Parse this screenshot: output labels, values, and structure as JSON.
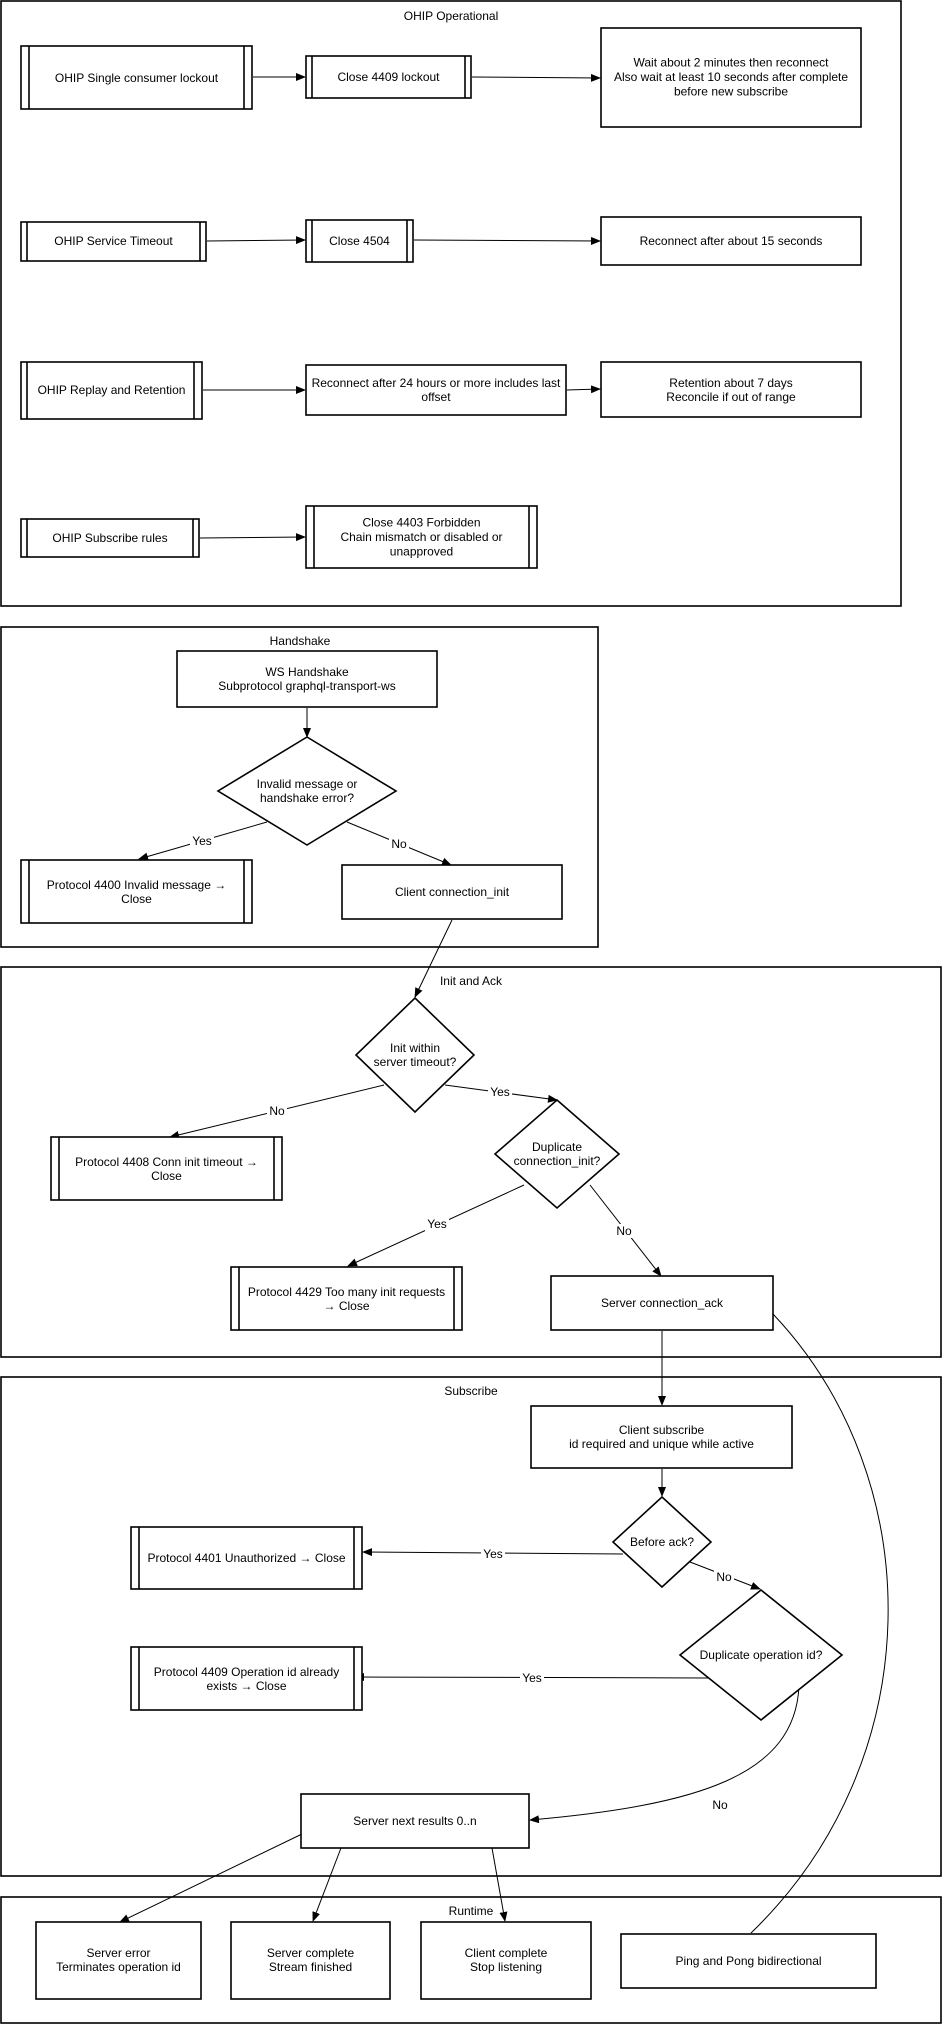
{
  "containers": {
    "ohip": "OHIP Operational",
    "handshake": "Handshake",
    "init": "Init and Ack",
    "subscribe": "Subscribe",
    "runtime": "Runtime"
  },
  "nodes": {
    "lockout": [
      "OHIP Single consumer lockout"
    ],
    "close4409": [
      "Close 4409 lockout"
    ],
    "wait2": [
      "Wait about 2 minutes then reconnect",
      "Also wait at least 10 seconds after complete",
      "before new subscribe"
    ],
    "timeout": [
      "OHIP Service Timeout"
    ],
    "close4504": [
      "Close 4504"
    ],
    "reconnect15": [
      "Reconnect after about 15 seconds"
    ],
    "replay": [
      "OHIP Replay and Retention"
    ],
    "reconnect24": [
      "Reconnect after 24 hours or more includes last",
      "offset"
    ],
    "retention": [
      "Retention about 7 days",
      "Reconcile if out of range"
    ],
    "subrules": [
      "OHIP Subscribe rules"
    ],
    "close4403": [
      "Close 4403 Forbidden",
      "Chain mismatch or disabled or",
      "unapproved"
    ],
    "wshandshake": [
      "WS Handshake",
      "Subprotocol graphql-transport-ws"
    ],
    "invalid": [
      "Invalid message or",
      "handshake error?"
    ],
    "p4400": [
      "Protocol 4400 Invalid message →",
      "Close"
    ],
    "conninit": [
      "Client connection_init"
    ],
    "initwithin": [
      "Init within",
      "server timeout?"
    ],
    "p4408": [
      "Protocol 4408 Conn init timeout →",
      "Close"
    ],
    "dupinit": [
      "Duplicate",
      "connection_init?"
    ],
    "p4429": [
      "Protocol 4429 Too many init requests",
      "→ Close"
    ],
    "connack": [
      "Server connection_ack"
    ],
    "clientsub": [
      "Client subscribe",
      "id required and unique while active"
    ],
    "beforeack": [
      "Before ack?"
    ],
    "p4401": [
      "Protocol 4401 Unauthorized → Close"
    ],
    "dupop": [
      "Duplicate operation id?"
    ],
    "p4409": [
      "Protocol 4409 Operation id already",
      "exists → Close"
    ],
    "next": [
      "Server next results 0..n"
    ],
    "error": [
      "Server error",
      "Terminates operation id"
    ],
    "complete": [
      "Server complete",
      "Stream finished"
    ],
    "clientcomplete": [
      "Client complete",
      "Stop listening"
    ],
    "pingpong": [
      "Ping and Pong bidirectional"
    ]
  },
  "edge_labels": {
    "yes": "Yes",
    "no": "No"
  }
}
